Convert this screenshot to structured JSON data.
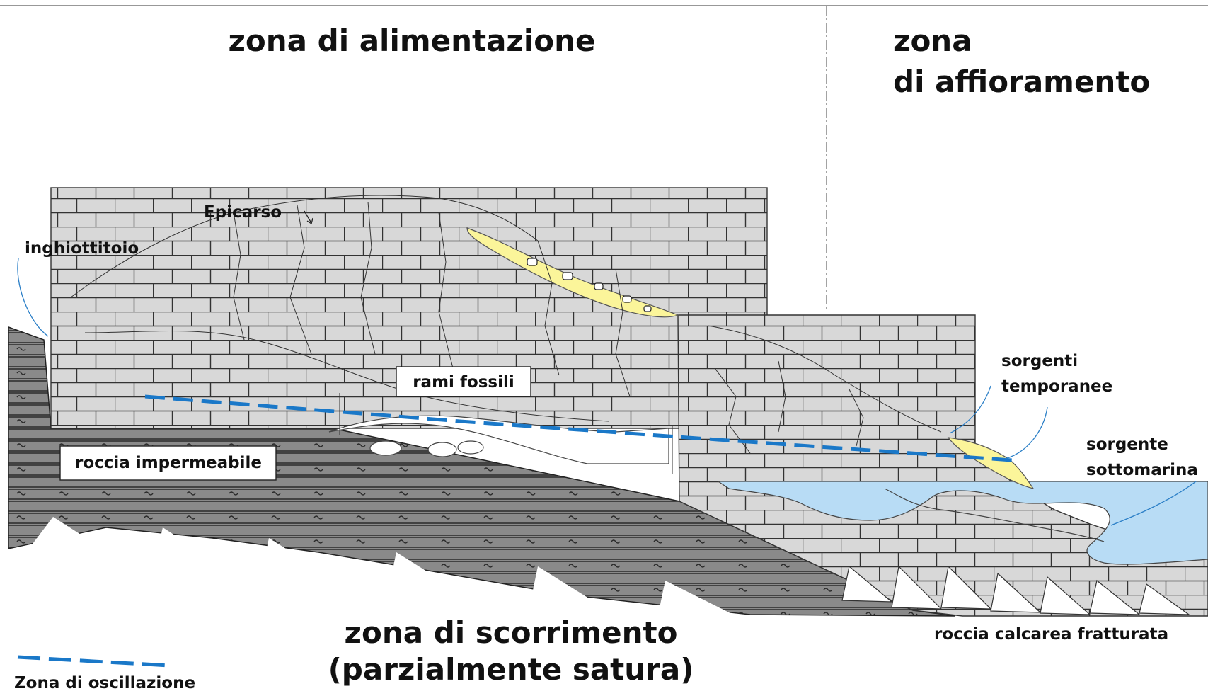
{
  "titles": {
    "alimentazione": "zona di alimentazione",
    "affioramento_line1": "zona",
    "affioramento_line2": "di affioramento",
    "scorrimento_line1": "zona di scorrimento",
    "scorrimento_line2": "(parzialmente satura)"
  },
  "labels": {
    "epicarso": "Epicarso",
    "inghiottitoio": "inghiottitoio",
    "rami_fossili": "rami fossili",
    "roccia_impermeabile": "roccia impermeabile",
    "sorgenti_temporanee_1": "sorgenti",
    "sorgenti_temporanee_2": "temporanee",
    "sorgente_sottomarina_1": "sorgente",
    "sorgente_sottomarina_2": "sottomarina",
    "roccia_calcarea": "roccia calcarea fratturata"
  },
  "legend": {
    "oscillazione": "Zona di oscillazione"
  },
  "colors": {
    "limestone": "#d8d8d8",
    "brick_line": "#333333",
    "shale": "#8a8a8a",
    "water": "#b8dcf5",
    "water_table": "#1a78c8",
    "deposit": "#fbf59a",
    "annotation_line": "#2b7fc7"
  }
}
